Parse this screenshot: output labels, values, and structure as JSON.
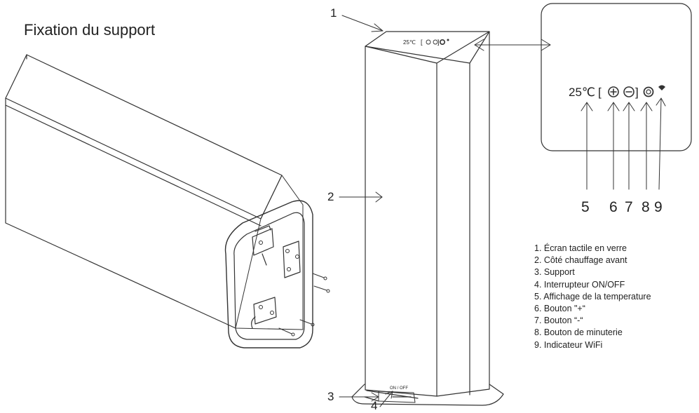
{
  "title": "Fixation du support",
  "display": {
    "temperature": "25℃",
    "bracket_open": "[",
    "bracket_close": "]",
    "onoff_label": "ON / OFF"
  },
  "callouts": {
    "c1": "1",
    "c2": "2",
    "c3": "3",
    "c4": "4",
    "c5": "5",
    "c6": "6",
    "c7": "7",
    "c8": "8",
    "c9": "9"
  },
  "legend": [
    "1. Écran tactile en verre",
    "2. Côté chauffage avant",
    "3. Support",
    "4. Interrupteur ON/OFF",
    "5. Affichage de la temperature",
    "6. Bouton \"+“",
    "7. Bouton “-“",
    "8. Bouton de minuterie",
    "9. Indicateur WiFi"
  ]
}
